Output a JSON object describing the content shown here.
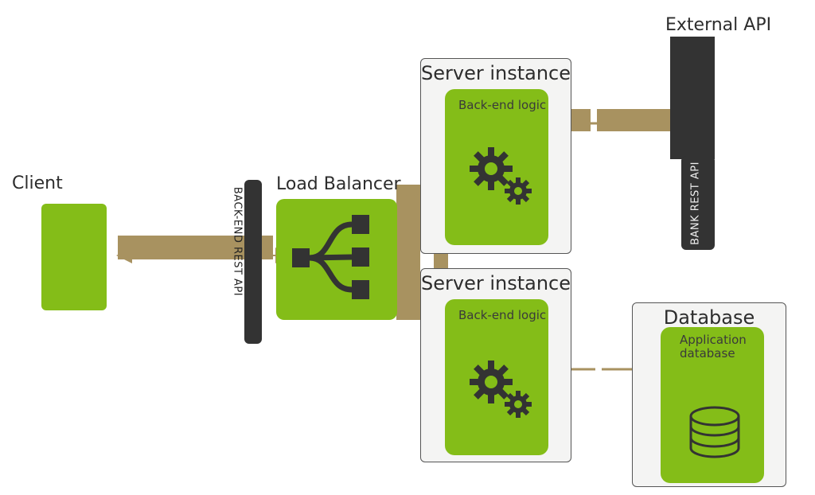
{
  "server_instance_1": {
    "title": "Server instance",
    "logic_label": "Back-end logic"
  },
  "server_instance_2": {
    "title": "Server instance",
    "logic_label": "Back-end logic"
  },
  "database": {
    "title": "Database",
    "app_db_label": "Application\ndatabase"
  },
  "load_balancer": {
    "title": "Load Balancer"
  },
  "client": {
    "title": "Client"
  },
  "external_api": {
    "title": "External API"
  },
  "backend_rest_api": {
    "label": "BACK-END REST API"
  },
  "bank_rest_api": {
    "label": "BANK REST API"
  },
  "colors": {
    "green": "#84bd18",
    "arrow": "#a89260",
    "dark": "#333333"
  }
}
